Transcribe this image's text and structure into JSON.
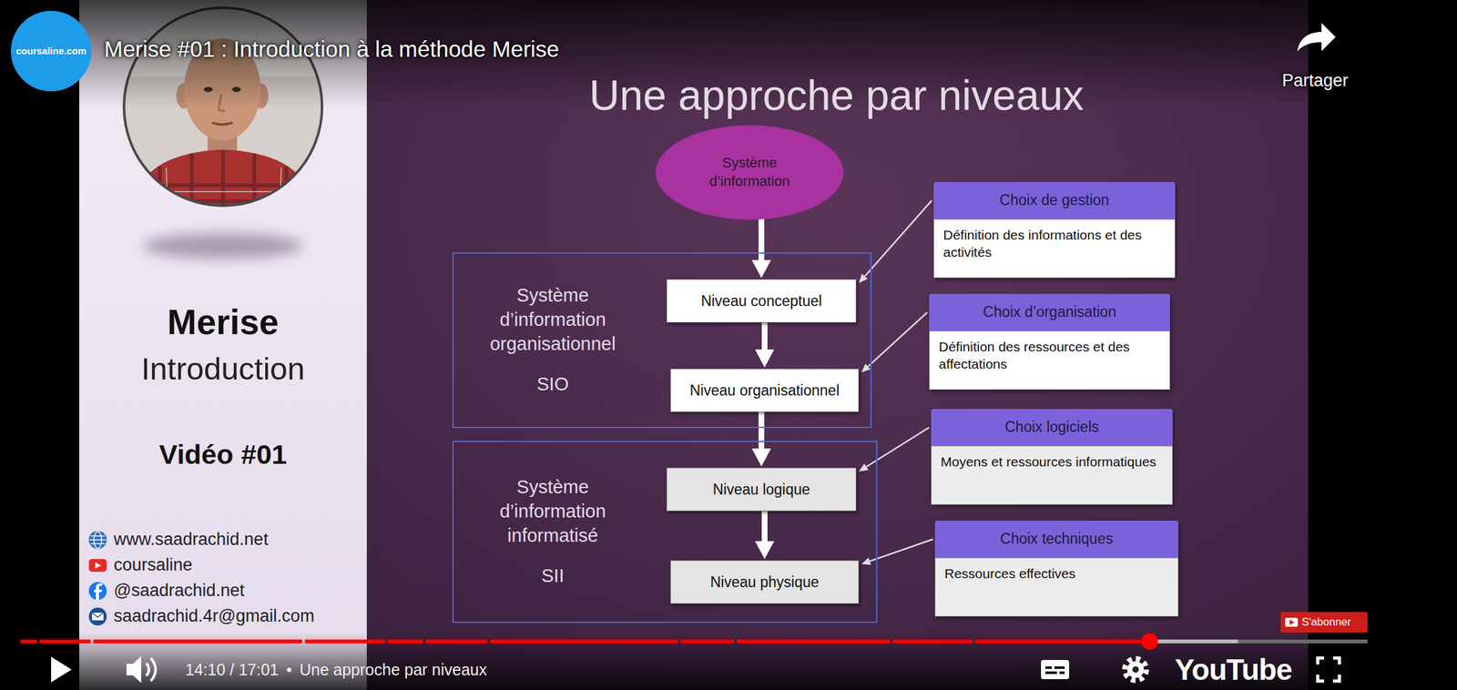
{
  "diagram": {
    "title": "Une approche par niveaux",
    "nodes": [
      {
        "text": [
          "Système d’information"
        ]
      },
      {
        "text": [
          "Système d’information organisationnel",
          "SIO"
        ]
      },
      {
        "text": [
          "Niveau conceptuel"
        ],
        "in": 1
      },
      {
        "text": [
          "Niveau organisationnel"
        ],
        "in": 1
      },
      {
        "text": [
          "Système d’information informatisé",
          "SII"
        ]
      },
      {
        "text": [
          "Niveau logique"
        ],
        "in": 4
      },
      {
        "text": [
          "Niveau physique"
        ],
        "in": 4
      },
      {
        "text": [
          "Choix de gestion",
          "Définition des informations et des activités"
        ]
      },
      {
        "text": [
          "Choix d’organisation",
          "Définition des ressources et des affectations"
        ]
      },
      {
        "text": [
          "Choix logiciels",
          "Moyens et ressources informatiques"
        ]
      },
      {
        "text": [
          "Choix techniques",
          "Ressources effectives"
        ]
      }
    ],
    "edges": [
      {
        "from": 0,
        "to": 2,
        "arrow": "to"
      },
      {
        "from": 2,
        "to": 3,
        "arrow": "to"
      },
      {
        "from": 3,
        "to": 5,
        "arrow": "to"
      },
      {
        "from": 5,
        "to": 6,
        "arrow": "to"
      },
      {
        "from": 7,
        "to": 2,
        "arrow": "to"
      },
      {
        "from": 8,
        "to": 3,
        "arrow": "to"
      },
      {
        "from": 9,
        "to": 5,
        "arrow": "to"
      },
      {
        "from": 10,
        "to": 6,
        "arrow": "to"
      }
    ],
    "labels": [
      "Merise #01 : Introduction à la méthode Merise",
      "coursaline.com",
      "Partager",
      "Merise",
      "Introduction",
      "Vidéo #01",
      "www.saadrachid.net",
      "coursaline",
      "@saadrachid.net",
      "saadrachid.4r@gmail.com",
      "S'abonner",
      "14:10 / 17:01",
      "•",
      "Une approche par niveaux",
      "YouTube"
    ]
  }
}
